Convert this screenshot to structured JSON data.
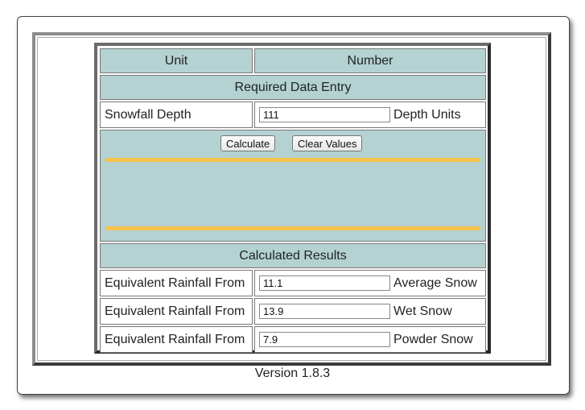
{
  "headers": {
    "unit": "Unit",
    "number": "Number"
  },
  "sections": {
    "data_entry": "Required Data Entry",
    "results": "Calculated Results"
  },
  "input_row": {
    "label": "Snowfall Depth",
    "value": "111",
    "unit": "Depth Units"
  },
  "buttons": {
    "calculate": "Calculate",
    "clear": "Clear Values"
  },
  "results": [
    {
      "label": "Equivalent Rainfall From",
      "value": "11.1",
      "unit": "Average Snow"
    },
    {
      "label": "Equivalent Rainfall From",
      "value": "13.9",
      "unit": "Wet Snow"
    },
    {
      "label": "Equivalent Rainfall From",
      "value": "7.9",
      "unit": "Powder Snow"
    }
  ],
  "version": "Version 1.8.3",
  "colors": {
    "teal": "#b4d2d2",
    "accent_line": "#f7c24d"
  }
}
